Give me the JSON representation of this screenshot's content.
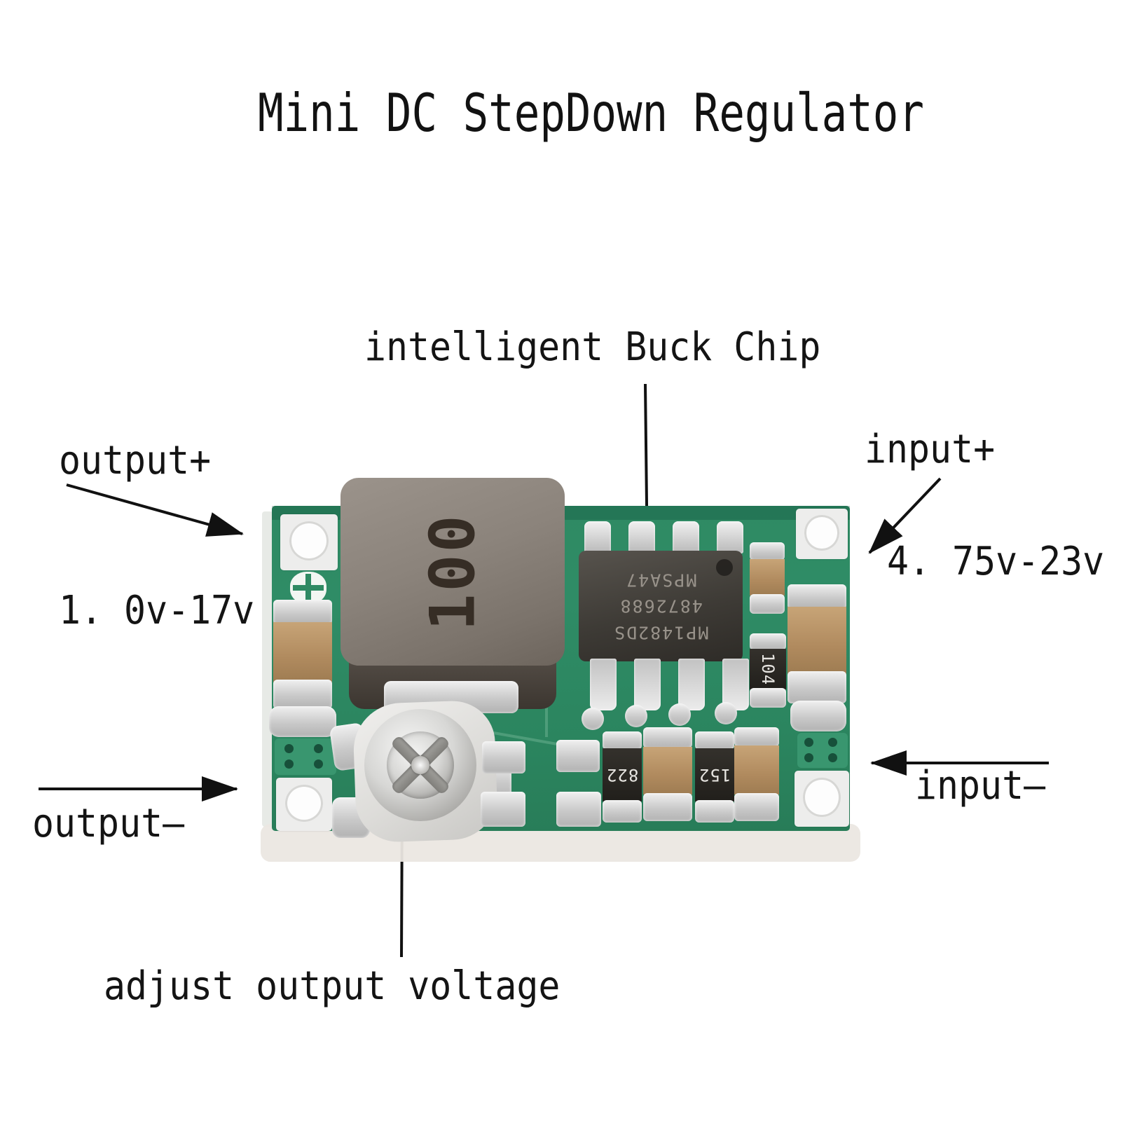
{
  "title": "Mini DC StepDown Regulator",
  "annotations": {
    "chip_label": "intelligent Buck Chip",
    "output_plus_label": "output+",
    "output_voltage_range": "1. 0v-17v",
    "input_plus_label": "input+",
    "input_voltage_range": "4. 75v-23v",
    "output_minus_label": "output—",
    "input_minus_label": "input—",
    "adjust_label": "adjust output voltage"
  },
  "pcb": {
    "inductor_marking": "100",
    "chip_marking_lines": [
      "MP1482DS",
      "4872688",
      "MPSA47"
    ],
    "capacitor_marking": "104",
    "resistor_marking_1": "822",
    "resistor_marking_2": "152"
  },
  "colors": {
    "background": "#ffffff",
    "annotation_ink": "#141414",
    "pcb_green": "#2f8c66",
    "pad_silver": "#d9d9d9",
    "capacitor_tan": "#b5916a",
    "chip_body": "#3e3b36",
    "inductor_body": "#877f77"
  }
}
